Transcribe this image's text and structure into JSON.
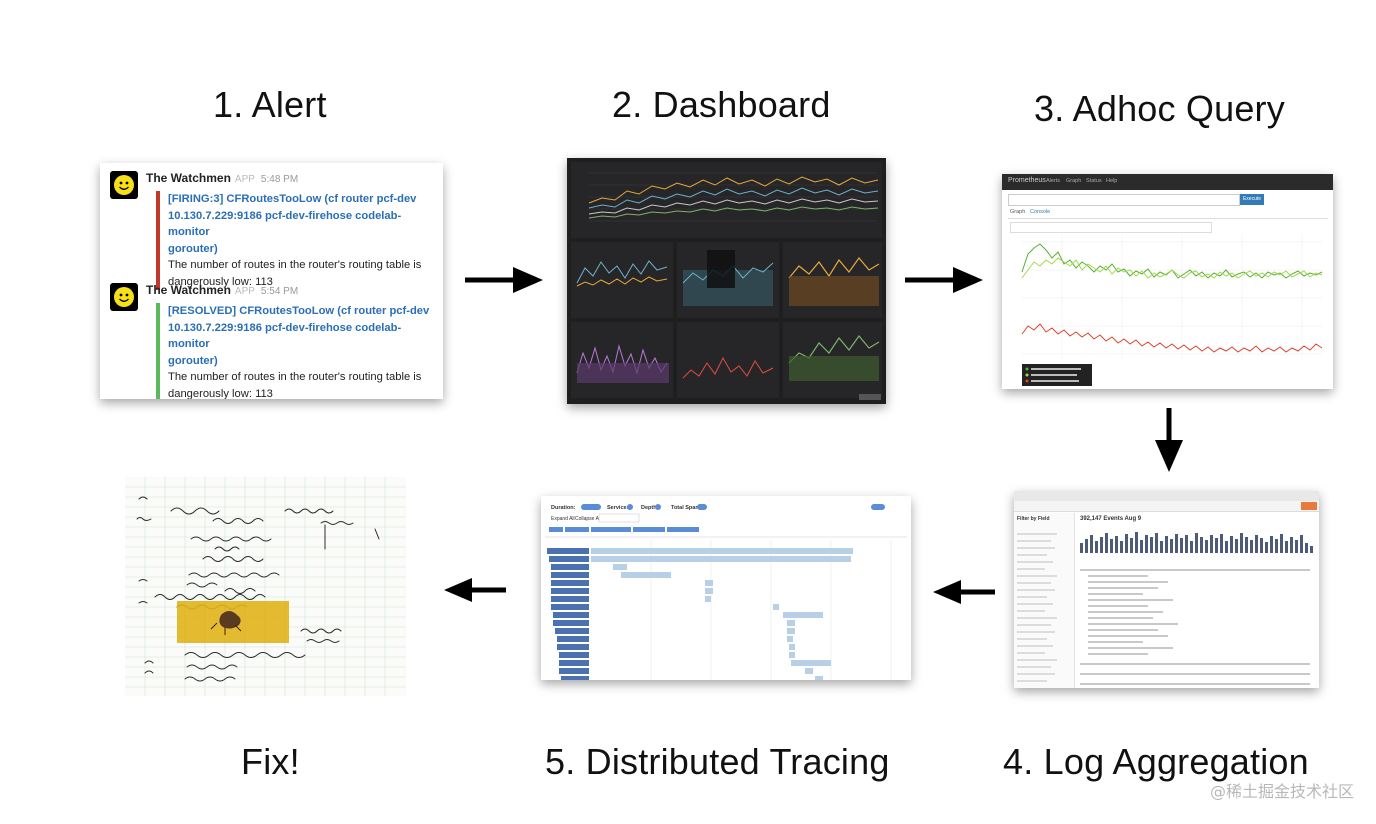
{
  "stages": {
    "alert": "1. Alert",
    "dashboard": "2. Dashboard",
    "adhoc": "3. Adhoc Query",
    "logs": "4. Log Aggregation",
    "tracing": "5. Distributed Tracing",
    "fix": "Fix!"
  },
  "alert_panel": {
    "messages": [
      {
        "name": "The Watchmen",
        "app": "APP",
        "time": "5:48 PM",
        "link_line1": "[FIRING:3] CFRoutesTooLow (cf router pcf-dev",
        "link_line2": "10.130.7.229:9186 pcf-dev-firehose codelab-monitor",
        "link_line3": "gorouter)",
        "text_line1": "The number of routes in the router's routing table is",
        "text_line2": "dangerously low: 113"
      },
      {
        "name": "The Watchmen",
        "app": "APP",
        "time": "5:54 PM",
        "link_line1": "[RESOLVED] CFRoutesTooLow (cf router pcf-dev",
        "link_line2": "10.130.7.229:9186 pcf-dev-firehose codelab-monitor",
        "link_line3": "gorouter)",
        "text_line1": "The number of routes in the router's routing table is",
        "text_line2": "dangerously low: 113"
      }
    ]
  },
  "prometheus": {
    "brand": "Prometheus",
    "nav": [
      "Alerts",
      "Graph",
      "Status",
      "Help"
    ],
    "execute": "Execute",
    "tabs": [
      "Graph",
      "Console"
    ]
  },
  "logs": {
    "title": "Filter by Field",
    "count": "392,147 Events Aug 9"
  },
  "tracing": {
    "duration": "Duration:",
    "services": "Services:",
    "depth": "Depth:",
    "total_spans": "Total Spans:",
    "expand": "Expand All",
    "collapse": "Collapse All"
  },
  "watermark": "@稀土掘金技术社区",
  "colors": {
    "link": "#2a6fb5",
    "firing": "#c0392b",
    "resolved": "#5cb85c",
    "arrow": "#000000"
  }
}
